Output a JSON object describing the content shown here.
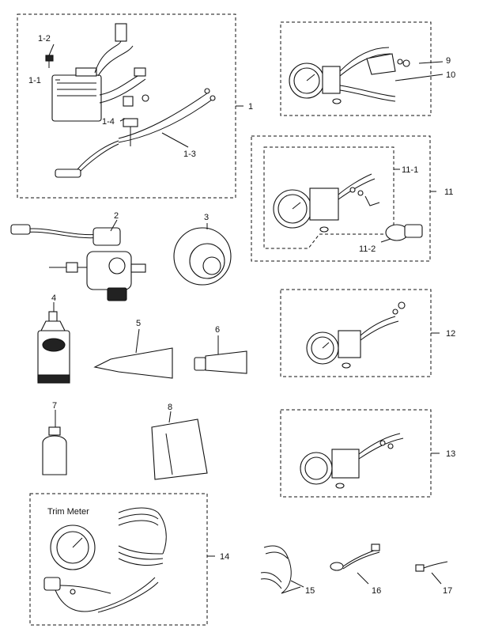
{
  "labels": {
    "l1": "1",
    "l1_1": "1-1",
    "l1_2": "1-2",
    "l1_3": "1-3",
    "l1_4": "1-4",
    "l2": "2",
    "l3": "3",
    "l4": "4",
    "l5": "5",
    "l6": "6",
    "l7": "7",
    "l8": "8",
    "l9": "9",
    "l10": "10",
    "l11": "11",
    "l11_1": "11-1",
    "l11_2": "11-2",
    "l12": "12",
    "l13": "13",
    "l14": "14",
    "l15": "15",
    "l16": "16",
    "l17": "17"
  },
  "group14": {
    "title": "Trim Meter"
  }
}
